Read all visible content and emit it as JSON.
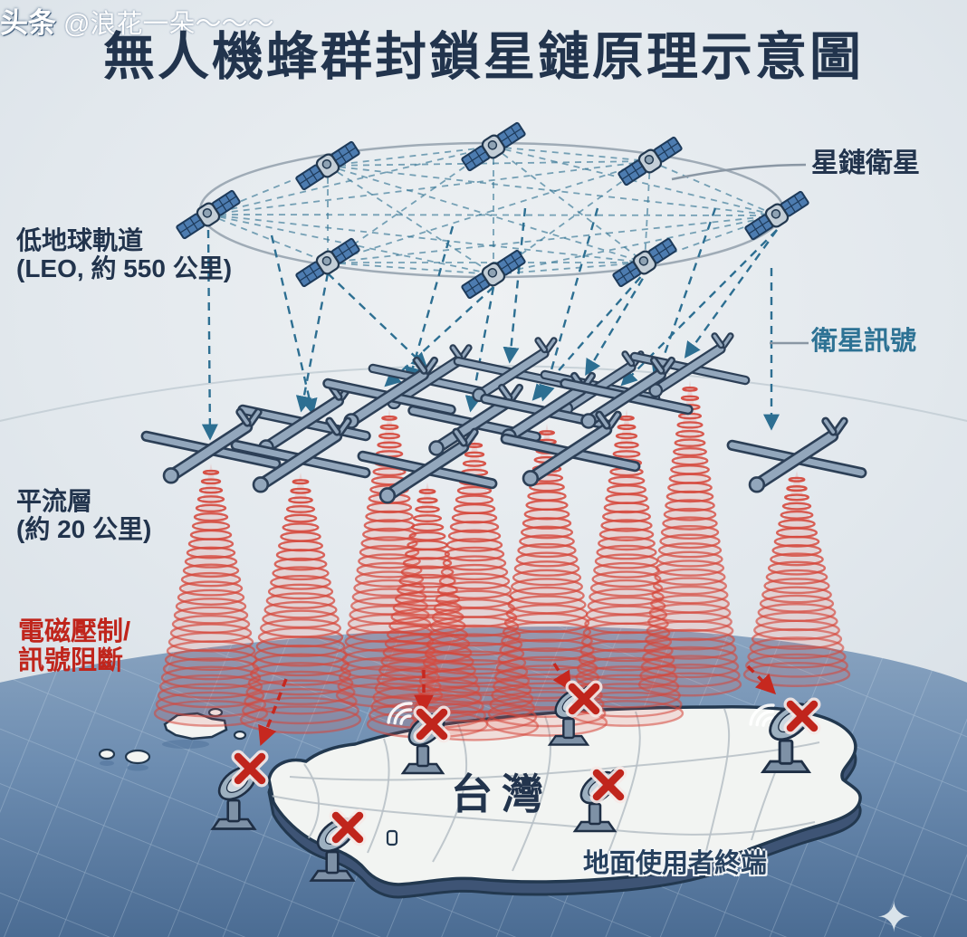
{
  "title": "無人機蜂群封鎖星鏈原理示意圖",
  "labels": {
    "orbit_line1": "低地球軌道",
    "orbit_line2": "(LEO, 約 550 公里)",
    "starlink_satellite": "星鏈衛星",
    "satellite_signal": "衛星訊號",
    "stratosphere_line1": "平流層",
    "stratosphere_line2": "(約 20 公里)",
    "jamming_line1": "電磁壓制/",
    "jamming_line2": "訊號阻斷",
    "island_name": "台灣",
    "ground_terminal": "地面使用者終端"
  },
  "watermark": {
    "brand": "头条",
    "handle": "@浪花一朵～～～",
    "sparkle_icon": "✦"
  },
  "figures": {
    "starlink_satellites": 8,
    "drones": 14,
    "jamming_cones": 9,
    "ground_dishes": 6,
    "blocked_marks": 6
  },
  "colors": {
    "title_navy": "#22344d",
    "signal_teal": "#2d7294",
    "jamming_red": "#c0251c",
    "cone_red": "#d5463a",
    "sea_blue": "#5b7fa6",
    "island_fill": "#f2f4f2",
    "drone_gray": "#93a7bc",
    "sky": "#e2e7eb"
  }
}
